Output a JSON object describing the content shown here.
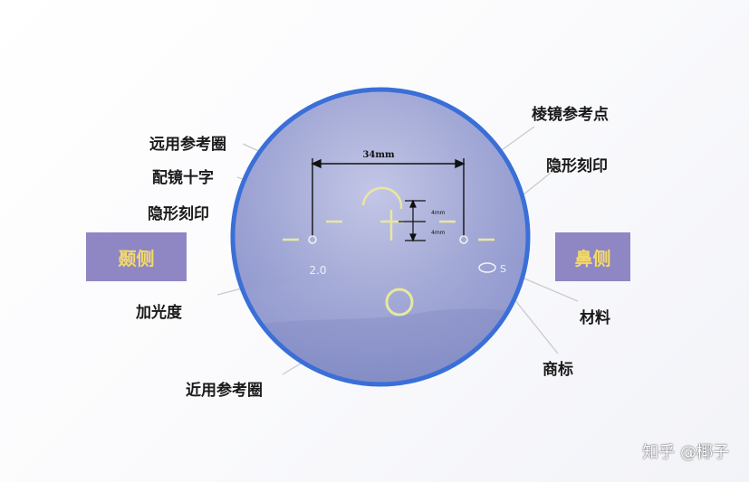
{
  "labels": {
    "distance_ref_circle": "远用参考圈",
    "fitting_cross": "配镜十字",
    "hidden_mark_left": "隐形刻印",
    "add_power": "加光度",
    "near_ref_circle": "近用参考圈",
    "prism_ref_point": "棱镜参考点",
    "hidden_mark_right": "隐形刻印",
    "material": "材料",
    "trademark": "商标"
  },
  "side_boxes": {
    "temporal": "颞侧",
    "nasal": "鼻侧"
  },
  "lens_markings": {
    "distance_measure": "34mm",
    "small_dim_top": "4mm",
    "small_dim_bottom": "4mm",
    "add_value": "2.0",
    "material_code": "S"
  },
  "watermark": "知乎 @椰子",
  "colors": {
    "lens_border": "#3a6fd8",
    "lens_fill": "#a9afd8",
    "marking_yellow": "#e9e7a0",
    "side_box": "#8f86c4",
    "side_text": "#f3d96a"
  }
}
